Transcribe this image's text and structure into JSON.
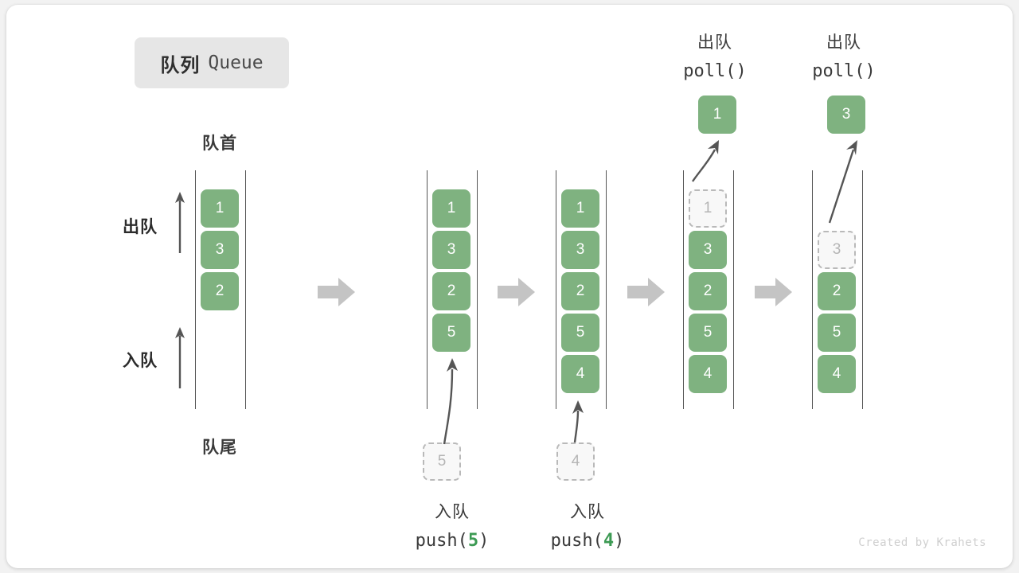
{
  "title": {
    "cn": "队列",
    "en": "Queue"
  },
  "labels": {
    "head": "队首",
    "tail": "队尾",
    "dequeue_side": "出队",
    "enqueue_side": "入队"
  },
  "watermark": "Created by Krahets",
  "colors": {
    "cell_fill": "#7fb280",
    "cell_text": "#ffffff",
    "ghost_fill": "#f8f8f8",
    "ghost_border": "#b9b9b9",
    "ghost_text": "#b5b5b5",
    "rail": "#555555",
    "flow_arrow": "#c4c4c4",
    "chip_bg": "#e6e6e6",
    "accent_number": "#3c9a53",
    "card_bg": "#ffffff",
    "page_bg": "#f2f2f2"
  },
  "steps": [
    {
      "id": "initial",
      "caption_cn": "",
      "caption_en": "",
      "cells": [
        {
          "value": "1",
          "state": "filled"
        },
        {
          "value": "3",
          "state": "filled"
        },
        {
          "value": "2",
          "state": "filled"
        }
      ]
    },
    {
      "id": "push-5",
      "caption_cn": "入队",
      "caption_en_prefix": "push(",
      "caption_en_num": "5",
      "caption_en_suffix": ")",
      "incoming": "5",
      "cells": [
        {
          "value": "1",
          "state": "filled"
        },
        {
          "value": "3",
          "state": "filled"
        },
        {
          "value": "2",
          "state": "filled"
        },
        {
          "value": "5",
          "state": "filled"
        }
      ]
    },
    {
      "id": "push-4",
      "caption_cn": "入队",
      "caption_en_prefix": "push(",
      "caption_en_num": "4",
      "caption_en_suffix": ")",
      "incoming": "4",
      "cells": [
        {
          "value": "1",
          "state": "filled"
        },
        {
          "value": "3",
          "state": "filled"
        },
        {
          "value": "2",
          "state": "filled"
        },
        {
          "value": "5",
          "state": "filled"
        },
        {
          "value": "4",
          "state": "filled"
        }
      ]
    },
    {
      "id": "poll-1",
      "caption_cn": "出队",
      "caption_en": "poll()",
      "outgoing": "1",
      "cells": [
        {
          "value": "1",
          "state": "ghost"
        },
        {
          "value": "3",
          "state": "filled"
        },
        {
          "value": "2",
          "state": "filled"
        },
        {
          "value": "5",
          "state": "filled"
        },
        {
          "value": "4",
          "state": "filled"
        }
      ]
    },
    {
      "id": "poll-3",
      "caption_cn": "出队",
      "caption_en": "poll()",
      "outgoing": "3",
      "cells": [
        {
          "value": "",
          "state": "empty"
        },
        {
          "value": "3",
          "state": "ghost"
        },
        {
          "value": "2",
          "state": "filled"
        },
        {
          "value": "5",
          "state": "filled"
        },
        {
          "value": "4",
          "state": "filled"
        }
      ]
    }
  ],
  "flow_arrows": [
    1,
    2,
    3,
    4
  ]
}
